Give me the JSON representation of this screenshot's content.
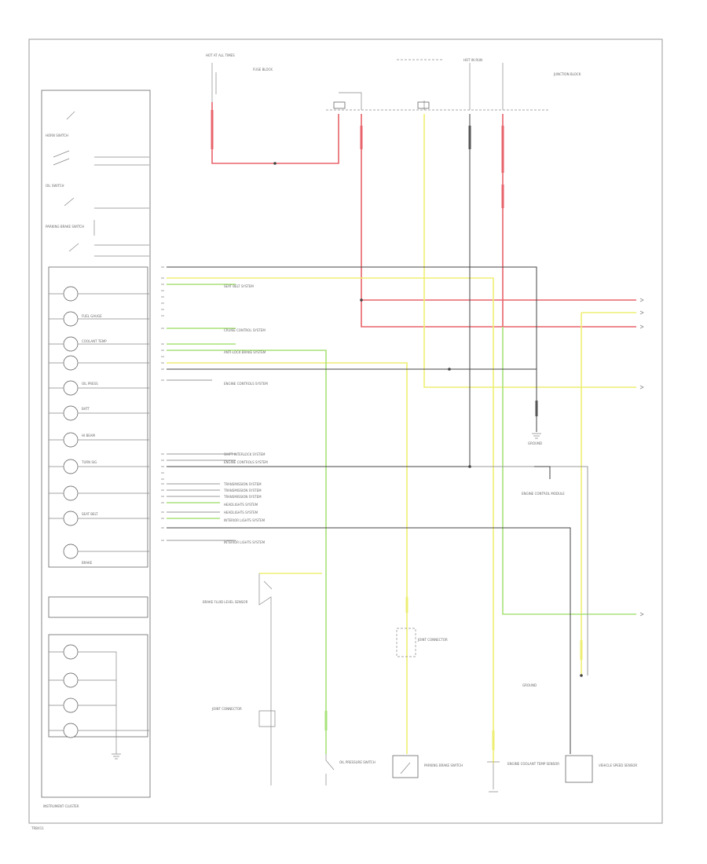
{
  "diagram": {
    "footer_label": "INSTRUMENT CLUSTER",
    "corner_label": "TRBX11",
    "cluster": {
      "switch_labels": [
        "HORN SWITCH",
        "OIL SWITCH",
        "PARKING BRAKE SWITCH"
      ],
      "gauge_labels": [
        "FUEL GAUGE",
        "COOLANT TEMP",
        "OIL PRESS",
        "BATT",
        "HI BEAM",
        "TURN SIG",
        "SEAT BELT",
        "BRAKE"
      ]
    },
    "connector_labels": [
      "HOT AT ALL TIMES",
      "FUSE BLOCK",
      "HOT IN RUN",
      "JUNCTION BLOCK"
    ],
    "system_labels": [
      "SEAT BELT SYSTEM",
      "CRUISE CONTROL SYSTEM",
      "ANTI-LOCK BRAKE SYSTEM",
      "ENGINE CONTROLS SYSTEM",
      "SHIFT INTERLOCK SYSTEM",
      "ENGINE CONTROLS SYSTEM",
      "TRANSMISSION SYSTEM",
      "TRANSMISSION SYSTEM",
      "TRANSMISSION SYSTEM",
      "HEADLIGHTS SYSTEM",
      "HEADLIGHTS SYSTEM",
      "INTERIOR LIGHTS SYSTEM",
      "INTERIOR LIGHTS SYSTEM"
    ],
    "component_labels": [
      "BRAKE FLUID LEVEL SENSOR",
      "OIL PRESSURE SWITCH",
      "PARKING BRAKE SWITCH",
      "ENGINE COOLANT TEMP SENSOR",
      "VEHICLE SPEED SENSOR",
      "GROUND",
      "JOINT CONNECTOR",
      "ENGINE CONTROL MODULE"
    ],
    "wire_colors": {
      "red": "#e8636b",
      "yellow": "#eeee73",
      "green": "#a9e27a",
      "black": "#444444",
      "gray": "#9a9a9a"
    }
  }
}
